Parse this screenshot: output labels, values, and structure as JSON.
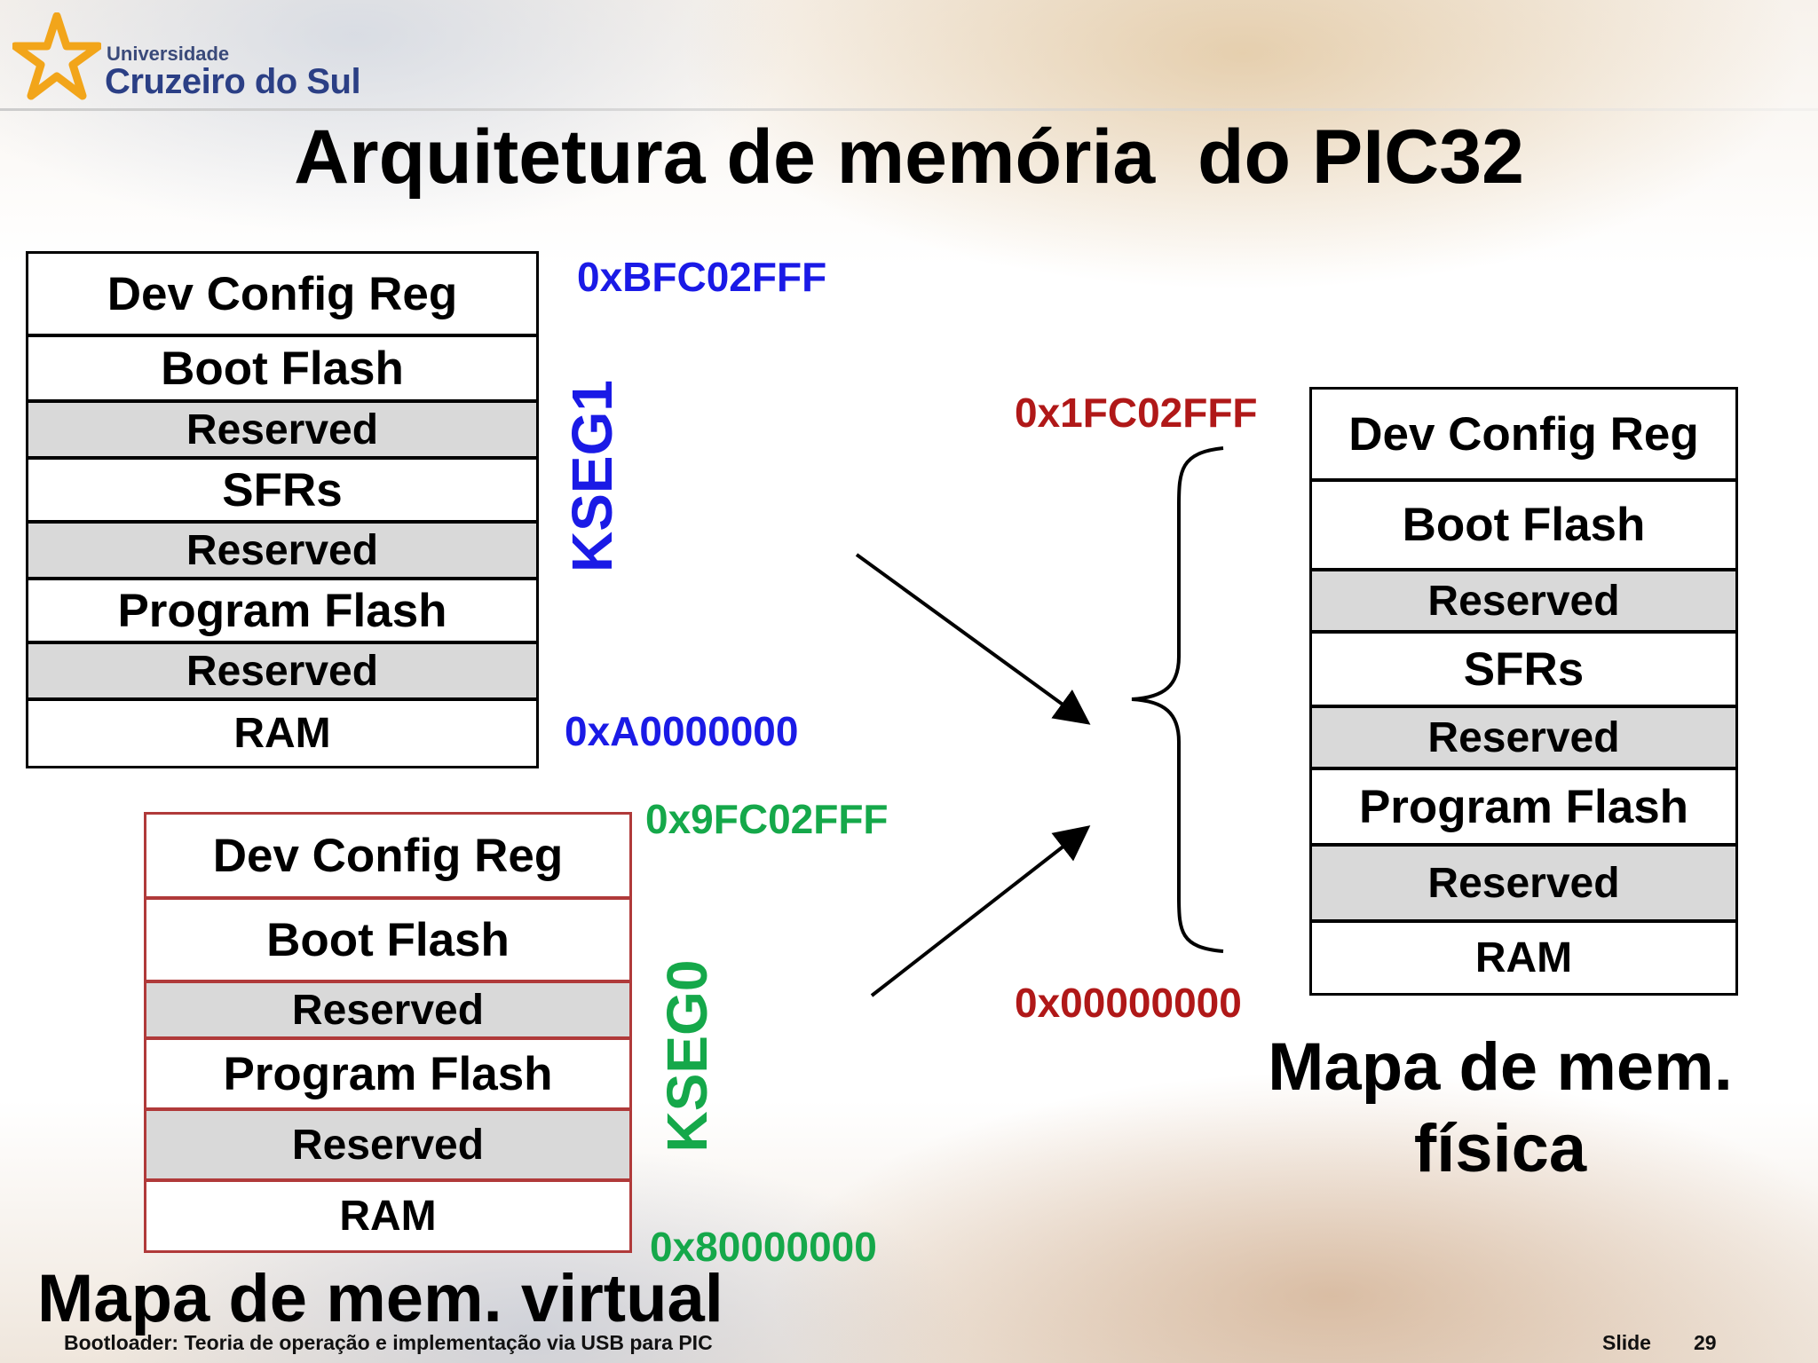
{
  "logo": {
    "line1": "Universidade",
    "line2": "Cruzeiro do Sul"
  },
  "title": "Arquitetura de memória  do PIC32",
  "kseg1": {
    "label": "KSEG1",
    "addr_top": "0xBFC02FFF",
    "addr_bottom": "0xA0000000",
    "cells": [
      "Dev Config Reg",
      "Boot Flash",
      "Reserved",
      "SFRs",
      "Reserved",
      "Program Flash",
      "Reserved",
      "RAM"
    ]
  },
  "kseg0": {
    "label": "KSEG0",
    "addr_top": "0x9FC02FFF",
    "addr_bottom": "0x80000000",
    "cells": [
      "Dev Config Reg",
      "Boot Flash",
      "Reserved",
      "Program Flash",
      "Reserved",
      "RAM"
    ]
  },
  "physical": {
    "addr_top": "0x1FC02FFF",
    "addr_bottom": "0x00000000",
    "cells": [
      "Dev Config Reg",
      "Boot Flash",
      "Reserved",
      "SFRs",
      "Reserved",
      "Program Flash",
      "Reserved",
      "RAM"
    ]
  },
  "captions": {
    "virtual": "Mapa de mem. virtual",
    "physical_line1": "Mapa de mem.",
    "physical_line2": "física"
  },
  "footer": {
    "text": "Bootloader: Teoria de operação e implementação via USB para PIC",
    "slide_label": "Slide",
    "slide_number": "29"
  },
  "colors": {
    "kseg1": "#1a1ae6",
    "kseg0": "#15a84a",
    "physical": "#b01818"
  }
}
